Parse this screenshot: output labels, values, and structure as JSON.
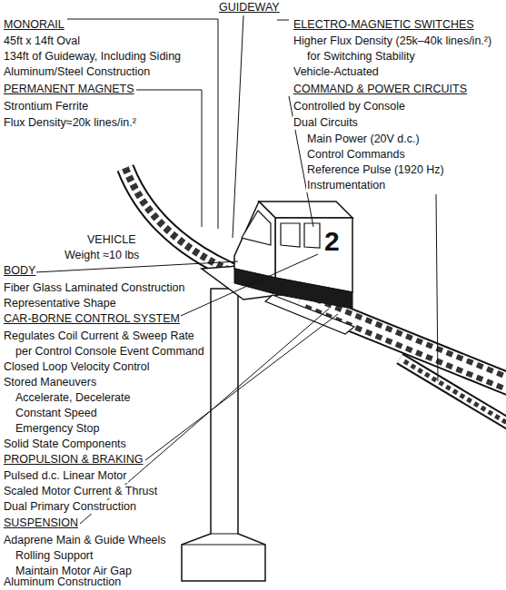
{
  "diagram": {
    "title": "GUIDEWAY",
    "labels": [
      "MONORAIL",
      "45ft x 14ft Oval",
      "134ft of Guideway, Including Siding",
      "Aluminum/Steel Construction",
      "PERMANENT MAGNETS",
      "Strontium Ferrite",
      "Flux Density≈20k lines/in.²",
      "ELECTRO-MAGNETIC SWITCHES",
      "Higher Flux Density (25k–40k lines/in.²)",
      "for Switching Stability",
      "Vehicle-Actuated",
      "COMMAND & POWER CIRCUITS",
      "Controlled by Console",
      "Dual Circuits",
      "Main Power (20V d.c.)",
      "Control Commands",
      "Reference Pulse (1920 Hz)",
      "Instrumentation",
      "VEHICLE",
      "Weight ≈10 lbs",
      "BODY",
      "Fiber Glass Laminated Construction",
      "Representative Shape",
      "CAR-BORNE CONTROL SYSTEM",
      "Regulates Coil Current & Sweep Rate",
      "per Control Console Event Command",
      "Closed Loop Velocity Control",
      "Stored Maneuvers",
      "Accelerate, Decelerate",
      "Constant Speed",
      "Emergency Stop",
      "Solid State Components",
      "PROPULSION & BRAKING",
      "Pulsed d.c. Linear Motor",
      "Scaled Motor Current & Thrust",
      "Dual Primary Construction",
      "SUSPENSION",
      "Adaprene Main & Guide Wheels",
      "Rolling Support",
      "Maintain Motor Air Gap",
      "Aluminum Construction",
      "2"
    ]
  }
}
